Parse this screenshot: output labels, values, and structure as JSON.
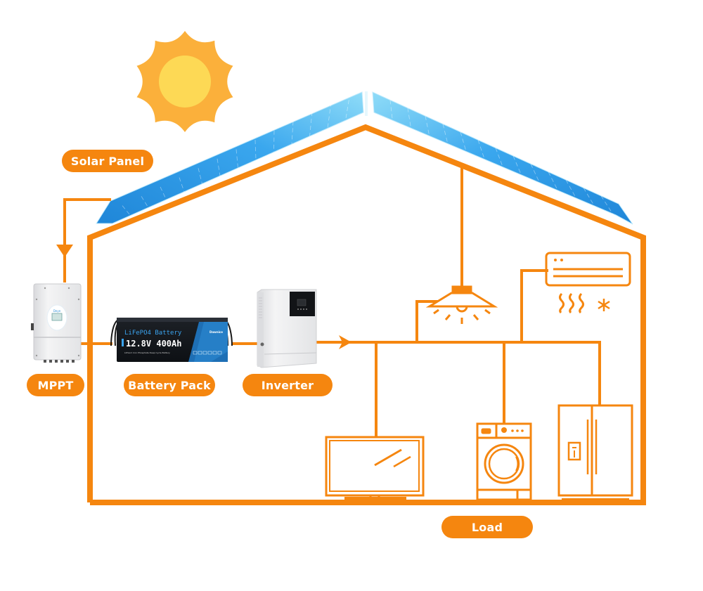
{
  "diagram": {
    "title": "Off-grid solar home power system",
    "colors": {
      "accent": "#f5860f",
      "sun_outer": "#fbb03b",
      "sun_inner": "#fdd955",
      "panel_blue": "#2a9be8",
      "panel_light": "#7fd3f7"
    },
    "labels": {
      "solar_panel": "Solar Panel",
      "mppt": "MPPT",
      "battery_pack": "Battery Pack",
      "inverter": "Inverter",
      "load": "Load"
    },
    "battery": {
      "chemistry": "LiFePO4 Battery",
      "spec": "12.8V 400Ah",
      "subtitle": "Lithium Iron Phosphate Deep Cycle Battery"
    },
    "icons": {
      "sun": "sun-icon",
      "solar_panels": "solar-panel-icon",
      "mppt": "mppt-controller-icon",
      "battery": "battery-icon",
      "inverter": "inverter-icon",
      "lamp": "ceiling-lamp-icon",
      "air_conditioner": "air-conditioner-icon",
      "tv": "television-icon",
      "washer": "washing-machine-icon",
      "fridge": "refrigerator-icon"
    },
    "flow": [
      "Solar Panel",
      "MPPT",
      "Battery Pack",
      "Inverter",
      "Load"
    ],
    "loads": [
      "Ceiling lamp",
      "Air conditioner",
      "Television",
      "Washing machine",
      "Refrigerator"
    ]
  }
}
